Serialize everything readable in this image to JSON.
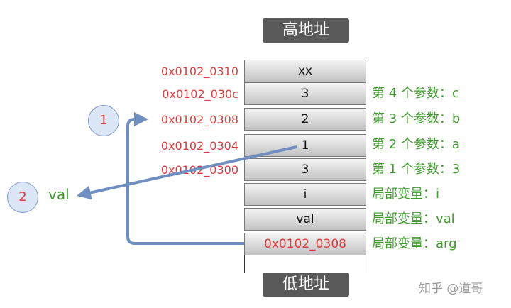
{
  "labels": {
    "high_address": "高地址",
    "low_address": "低地址"
  },
  "stack_cells": [
    {
      "value": "xx"
    },
    {
      "value": "3"
    },
    {
      "value": "2"
    },
    {
      "value": "1"
    },
    {
      "value": "3"
    },
    {
      "value": "i"
    },
    {
      "value": "val"
    },
    {
      "value": "0x0102_0308"
    }
  ],
  "addresses": [
    "0x0102_0310",
    "0x0102_030c",
    "0x0102_0308",
    "0x0102_0304",
    "0x0102_0300"
  ],
  "annotations": [
    "第 4 个参数：c",
    "第 3 个参数：b",
    "第 2 个参数：a",
    "第 1 个参数：3",
    "局部变量：i",
    "局部变量：val",
    "局部变量：arg"
  ],
  "markers": {
    "badge_1": "1",
    "badge_2": "2",
    "val_label": "val"
  },
  "watermark": "知乎 @道哥",
  "colors": {
    "address_red": "#dd3b3b",
    "annotation_green": "#3f9b2c",
    "arrow_blue": "#6f8fc2",
    "tag_gray": "#595959"
  }
}
